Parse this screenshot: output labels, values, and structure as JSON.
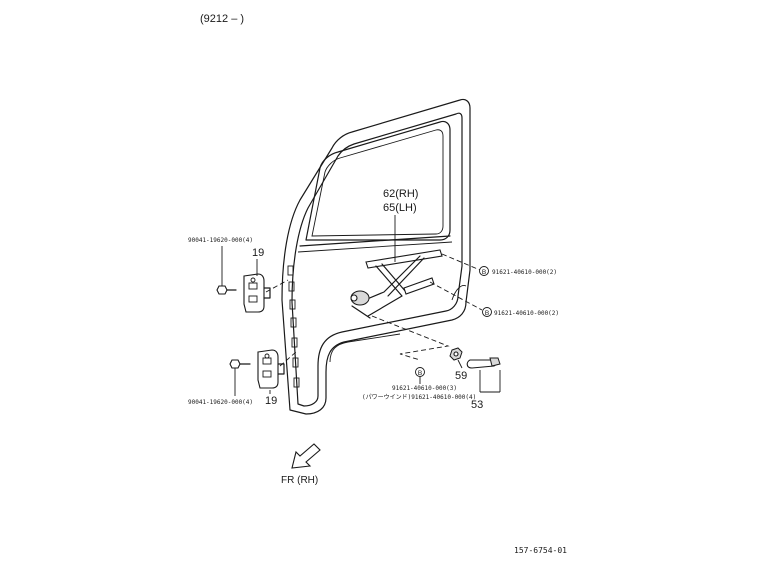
{
  "header": {
    "range_label": "(9212 –       )"
  },
  "callouts": {
    "regulator_rh": "62(RH)",
    "regulator_lh": "65(LH)",
    "hinge_upper_num": "19",
    "hinge_lower_num": "19",
    "nut_num": "59",
    "handle_num": "53"
  },
  "part_numbers": {
    "bolt_upper": "90041-19620-000(4)",
    "bolt_lower": "90041-19620-000(4)",
    "regulator_bolt_upper": "91621-40610-000(2)",
    "regulator_bolt_lower": "91621-40610-000(2)",
    "bolt_b_1": "91621-40610-000(3)",
    "bolt_b_2": "(パワーウインド)91621-40610-000(4)"
  },
  "markers": {
    "circle_b": "B"
  },
  "direction": {
    "label": "FR (RH)"
  },
  "footer": {
    "diagram_code": "157-6754-01"
  }
}
